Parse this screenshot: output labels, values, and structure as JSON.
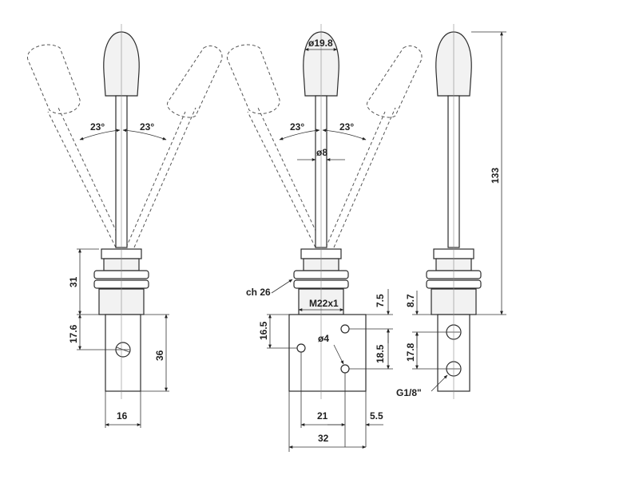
{
  "labels": {
    "angle_left_1": "23°",
    "angle_right_1": "23°",
    "angle_left_2": "23°",
    "angle_right_2": "23°",
    "knob_dia": "ø19.8",
    "rod_dia": "ø8",
    "hole_dia": "ø4",
    "thread": "M22x1",
    "hex": "ch 26",
    "port": "G1/8\"",
    "d31": "31",
    "d17_6": "17.6",
    "d36": "36",
    "d16": "16",
    "d16_5": "16.5",
    "d7_5": "7.5",
    "d18_5": "18.5",
    "d21": "21",
    "d5_5": "5.5",
    "d32": "32",
    "d133": "133",
    "d8_7": "8.7",
    "d17_8": "17.8"
  }
}
